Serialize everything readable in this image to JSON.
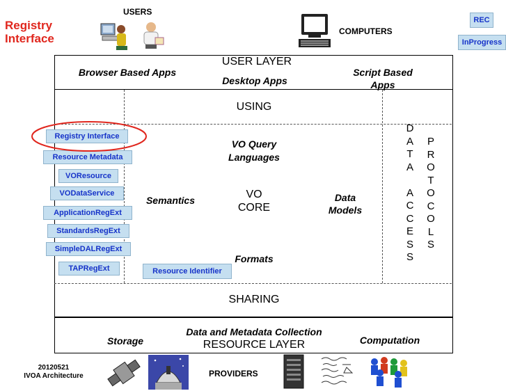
{
  "title": {
    "line1": "Registry",
    "line2": "Interface"
  },
  "legend": {
    "rec": "REC",
    "in_progress": "InProgress"
  },
  "header": {
    "users": "USERS",
    "computers": "COMPUTERS"
  },
  "user_layer": {
    "title": "USER LAYER",
    "browser": "Browser Based Apps",
    "desktop": "Desktop Apps",
    "script": "Script Based Apps"
  },
  "using": "USING",
  "core": {
    "vo_query": "VO Query Languages",
    "semantics": "Semantics",
    "vo_core": "VO CORE",
    "data_models": "Data Models",
    "formats": "Formats"
  },
  "data_access": [
    "D",
    "A",
    "T",
    "A",
    "",
    "A",
    "C",
    "C",
    "E",
    "S",
    "S"
  ],
  "protocols": [
    "P",
    "R",
    "O",
    "T",
    "O",
    "C",
    "O",
    "L",
    "S"
  ],
  "registry_items": [
    "Registry Interface",
    "Resource Metadata",
    "VOResource",
    "VODataService",
    "ApplicationRegExt",
    "StandardsRegExt",
    "SimpleDALRegExt",
    "TAPRegExt"
  ],
  "resource_identifier": "Resource Identifier",
  "sharing": "SHARING",
  "resource_layer": {
    "storage": "Storage",
    "collection": "Data and Metadata Collection",
    "title": "RESOURCE LAYER",
    "computation": "Computation"
  },
  "footer": {
    "date": "20120521",
    "arch": "IVOA Architecture",
    "providers": "PROVIDERS"
  },
  "colors": {
    "title_red": "#e0261d",
    "button_fill": "#c5dff0",
    "button_text": "#1633c9",
    "highlight_ellipse": "#e0261d"
  }
}
